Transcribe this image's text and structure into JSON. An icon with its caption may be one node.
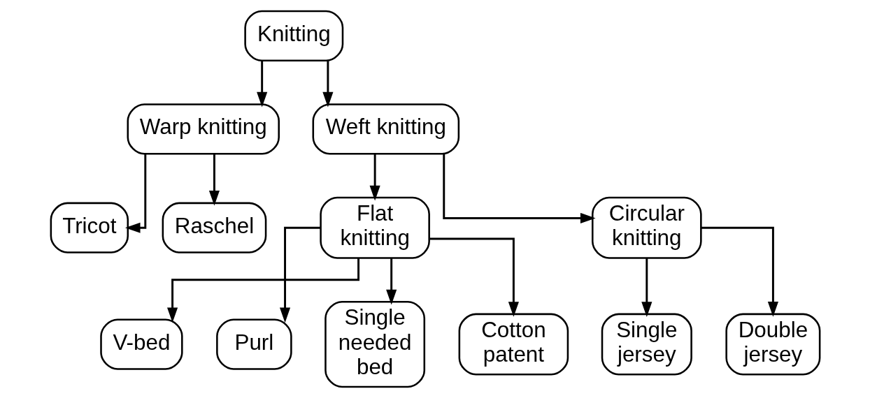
{
  "diagram": {
    "nodes": [
      {
        "text": [
          "Knitting"
        ]
      },
      {
        "text": [
          "Warp knitting"
        ]
      },
      {
        "text": [
          "Weft knitting"
        ]
      },
      {
        "text": [
          "Tricot"
        ]
      },
      {
        "text": [
          "Raschel"
        ]
      },
      {
        "text": [
          "Flat knitting"
        ]
      },
      {
        "text": [
          "Circular knitting"
        ]
      },
      {
        "text": [
          "V-bed"
        ]
      },
      {
        "text": [
          "Purl"
        ]
      },
      {
        "text": [
          "Single needed bed"
        ]
      },
      {
        "text": [
          "Cotton patent"
        ]
      },
      {
        "text": [
          "Single jersey"
        ]
      },
      {
        "text": [
          "Double jersey"
        ]
      }
    ],
    "edges": [
      {
        "from": 0,
        "to": 1,
        "arrow": "to"
      },
      {
        "from": 0,
        "to": 2,
        "arrow": "to"
      },
      {
        "from": 1,
        "to": 3,
        "arrow": "to"
      },
      {
        "from": 1,
        "to": 4,
        "arrow": "to"
      },
      {
        "from": 2,
        "to": 5,
        "arrow": "to"
      },
      {
        "from": 2,
        "to": 6,
        "arrow": "to"
      },
      {
        "from": 5,
        "to": 7,
        "arrow": "to"
      },
      {
        "from": 5,
        "to": 8,
        "arrow": "to"
      },
      {
        "from": 5,
        "to": 9,
        "arrow": "to"
      },
      {
        "from": 5,
        "to": 10,
        "arrow": "to"
      },
      {
        "from": 6,
        "to": 11,
        "arrow": "to"
      },
      {
        "from": 6,
        "to": 12,
        "arrow": "to"
      }
    ]
  }
}
